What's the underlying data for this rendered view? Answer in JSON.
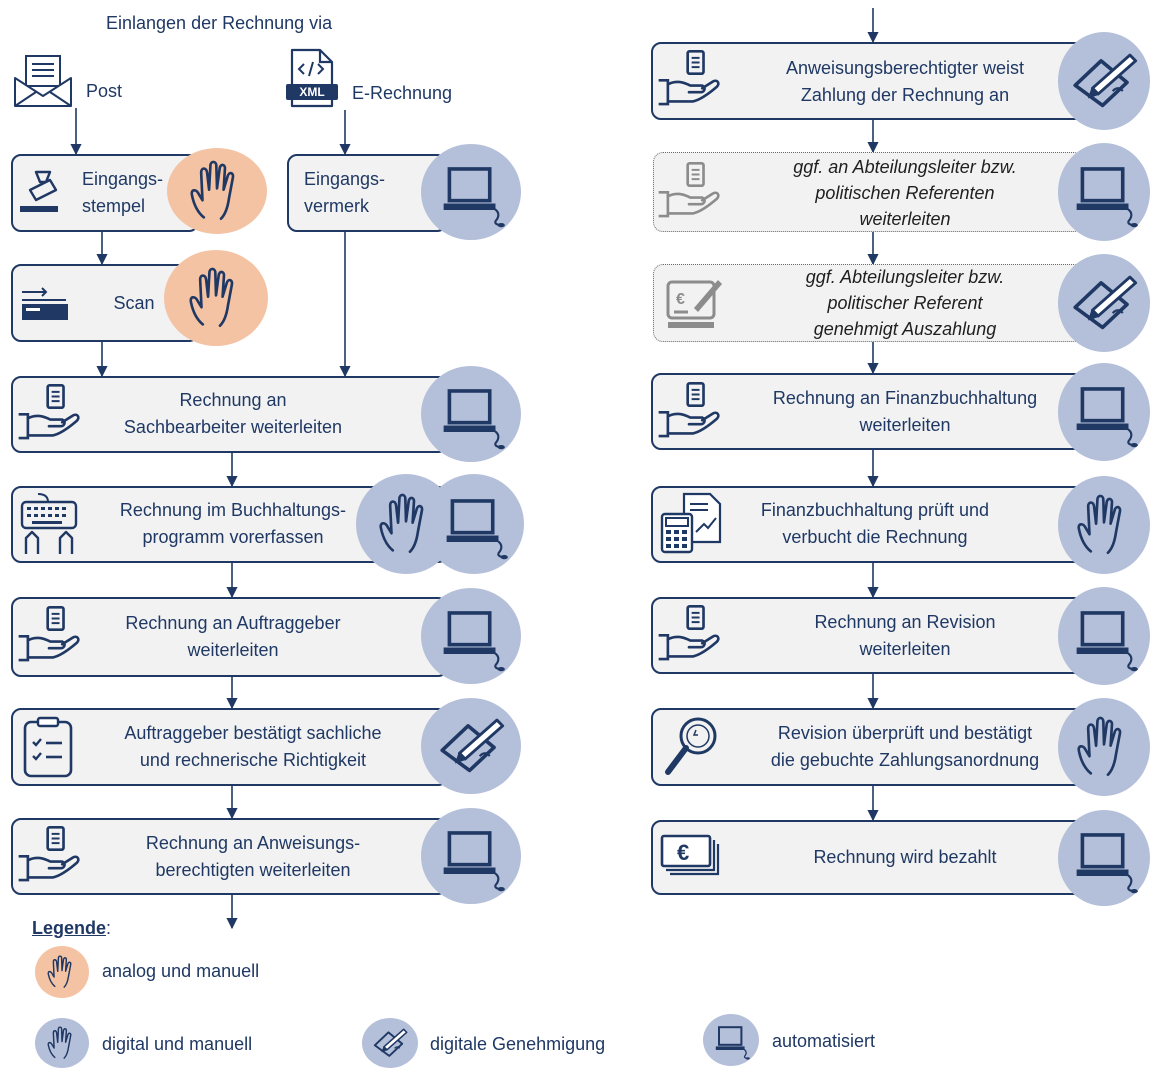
{
  "heading": "Einlangen der Rechnung via",
  "inputs": {
    "post": "Post",
    "erechnung": "E-Rechnung"
  },
  "xml_badge": "XML",
  "steps": {
    "eingangsstempel": "Eingangs-\nstempel",
    "eingangsvermerk": "Eingangs-\nvermerk",
    "scan": "Scan",
    "sachbearbeiter": "Rechnung an\nSachbearbeiter weiterleiten",
    "vorerfassen": "Rechnung im Buchhaltungs-\nprogramm vorerfassen",
    "auftraggeber": "Rechnung an Auftraggeber\nweiterleiten",
    "bestaetigt": "Auftraggeber bestätigt sachliche\nund rechnerische Richtigkeit",
    "anweisungsberechtigten": "Rechnung an Anweisungs-\nberechtigten weiterleiten",
    "weist_an": "Anweisungsberechtigter weist\nZahlung der Rechnung an",
    "ggf_weiterleiten": "ggf. an Abteilungsleiter bzw.\npolitischen Referenten\nweiterleiten",
    "ggf_genehmigt": "ggf. Abteilungsleiter bzw.\npolitischer Referent\ngenehmigt Auszahlung",
    "finanzbuchhaltung": "Rechnung an Finanzbuchhaltung\nweiterleiten",
    "prueft": "Finanzbuchhaltung prüft und\nverbucht die Rechnung",
    "revision": "Rechnung an Revision\nweiterleiten",
    "revision_prueft": "Revision überprüft und bestätigt\ndie gebuchte Zahlungsanordnung",
    "bezahlt": "Rechnung wird bezahlt"
  },
  "legend": {
    "title": "Legende",
    "colon": ":",
    "analog": "analog und manuell",
    "digital_manuell": "digital und manuell",
    "genehmigung": "digitale Genehmigung",
    "automatisiert": "automatisiert"
  },
  "colors": {
    "navy": "#1f3864",
    "box_fill": "#f2f2f2",
    "blue_circle": "#b4bfd9",
    "orange_circle": "#f4c3a4"
  }
}
